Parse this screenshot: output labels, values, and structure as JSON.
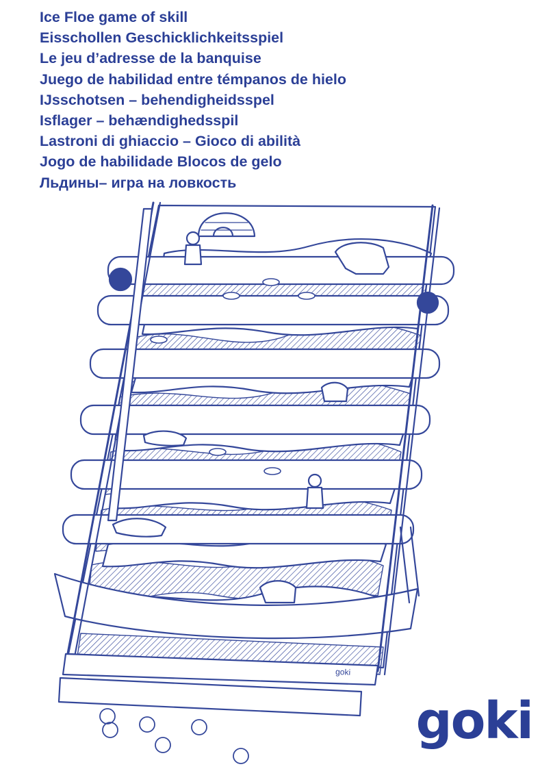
{
  "titles": [
    "Ice Floe game of skill",
    "Eisschollen Geschicklichkeitsspiel",
    "Le jeu d’adresse de la banquise",
    "Juego de habilidad entre témpanos de hielo",
    "IJsschotsen – behendigheidsspel",
    "Isflager – behændighedsspil",
    "Lastroni di ghiaccio – Gioco di abilità",
    "Jogo de habilidade Blocos de gelo",
    "Льдины– игра на ловкость"
  ],
  "brand": {
    "logo": "goki",
    "frame_mark": "goki"
  },
  "colors": {
    "brand_blue": "#2b3f96",
    "line_blue": "#34479a",
    "background": "#ffffff"
  }
}
